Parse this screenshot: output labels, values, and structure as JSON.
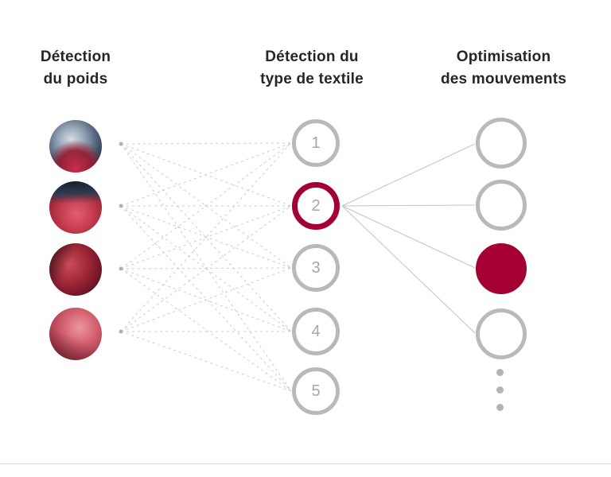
{
  "columns": [
    {
      "id": "weight-detection",
      "line1": "Détection",
      "line2": "du poids"
    },
    {
      "id": "textile-type-detection",
      "line1": "Détection du",
      "line2": "type de textile"
    },
    {
      "id": "motion-optimisation",
      "line1": "Optimisation",
      "line2": "des mouvements"
    }
  ],
  "input_nodes": [
    {
      "icon": "washer-drum-red-laundry-photo"
    },
    {
      "icon": "washer-drum-red-fabric-photo"
    },
    {
      "icon": "dark-red-crumpled-fabric-photo"
    },
    {
      "icon": "pink-red-crumpled-fabric-photo"
    }
  ],
  "hidden_nodes": [
    {
      "label": "1",
      "state": "default"
    },
    {
      "label": "2",
      "state": "selected"
    },
    {
      "label": "3",
      "state": "default"
    },
    {
      "label": "4",
      "state": "default"
    },
    {
      "label": "5",
      "state": "default"
    }
  ],
  "output_nodes": [
    {
      "state": "default"
    },
    {
      "state": "default"
    },
    {
      "state": "filled"
    },
    {
      "state": "default"
    }
  ],
  "more_indicator": "vertical-ellipsis-dots",
  "colors": {
    "accent": "#a50034",
    "node_gray": "#b9b9b9",
    "title_text": "#262626",
    "dashed_line": "#cccccc",
    "solid_line": "#c3c3c3"
  }
}
